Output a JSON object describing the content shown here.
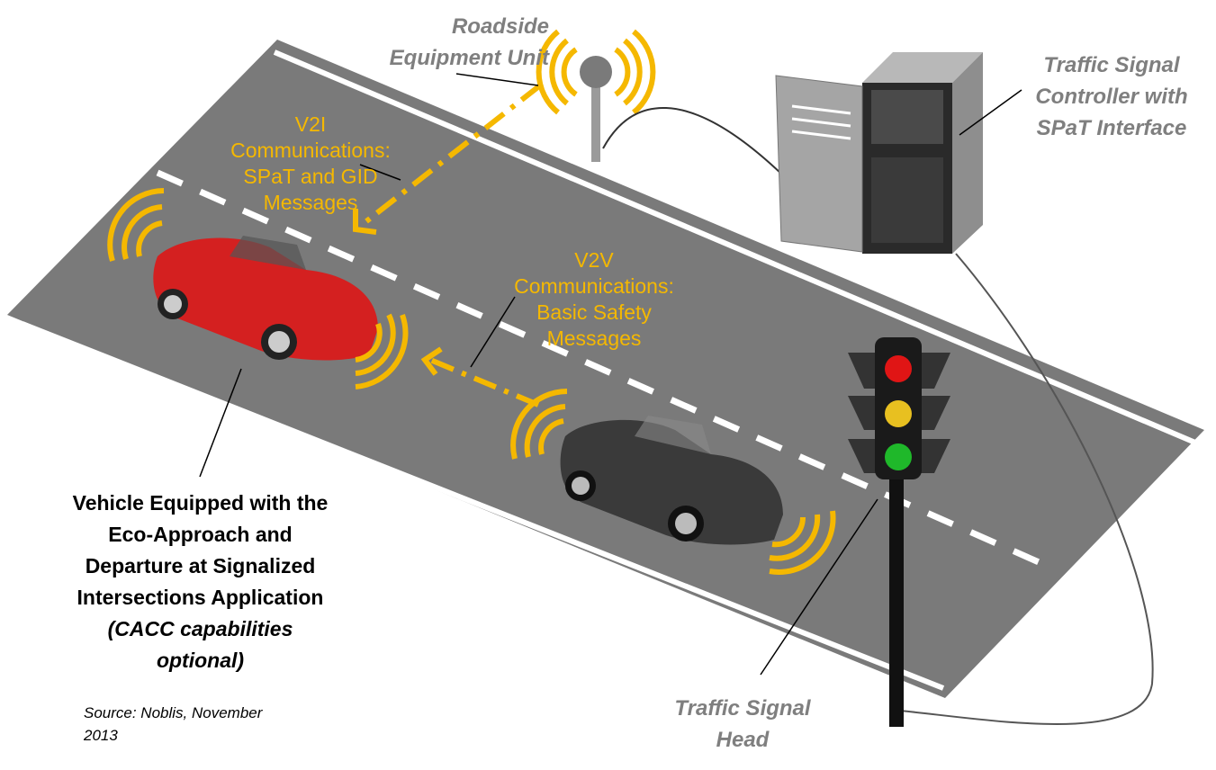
{
  "labels": {
    "roadside_unit": [
      "Roadside",
      "Equipment Unit"
    ],
    "controller": [
      "Traffic Signal",
      "Controller with",
      "SPaT Interface"
    ],
    "v2i": [
      "V2I",
      "Communications:",
      "SPaT and GID",
      "Messages"
    ],
    "v2v": [
      "V2V",
      "Communications:",
      "Basic Safety",
      "Messages"
    ],
    "vehicle": [
      "Vehicle Equipped with the",
      "Eco-Approach and",
      "Departure at Signalized",
      "Intersections Application"
    ],
    "vehicle_note": [
      "(CACC capabilities",
      "optional)"
    ],
    "signal_head": [
      "Traffic Signal",
      "Head"
    ],
    "source": [
      "Source: Noblis, November",
      "2013"
    ]
  },
  "colors": {
    "road": "#7a7a7a",
    "signal_wave": "#f5b800",
    "label_gray": "#7f7f7f",
    "red_car": "#d42020",
    "black_car": "#3a3a3a"
  }
}
